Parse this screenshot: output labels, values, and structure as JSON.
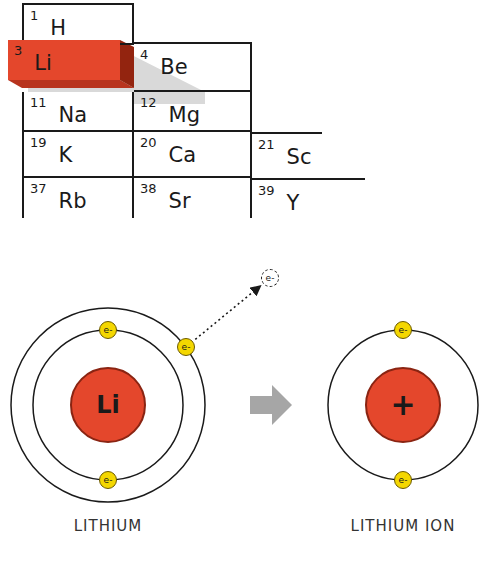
{
  "diagram": {
    "nodes": [
      {
        "text": [
          "1",
          "H"
        ]
      },
      {
        "text": [
          "3",
          "Li"
        ]
      },
      {
        "text": [
          "4",
          "Be"
        ]
      },
      {
        "text": [
          "11",
          "Na"
        ]
      },
      {
        "text": [
          "12",
          "Mg"
        ]
      },
      {
        "text": [
          "19",
          "K"
        ]
      },
      {
        "text": [
          "20",
          "Ca"
        ]
      },
      {
        "text": [
          "21",
          "Sc"
        ]
      },
      {
        "text": [
          "37",
          "Rb"
        ]
      },
      {
        "text": [
          "38",
          "Sr"
        ]
      },
      {
        "text": [
          "39",
          "Y"
        ]
      },
      {
        "text": [
          "e-"
        ]
      },
      {
        "text": [
          "e-"
        ]
      },
      {
        "text": [
          "Li"
        ]
      },
      {
        "text": [
          "e-"
        ]
      },
      {
        "text": [
          "e-"
        ]
      },
      {
        "text": [
          "e-"
        ]
      },
      {
        "text": [
          "+"
        ]
      },
      {
        "text": [
          "e-"
        ]
      }
    ],
    "edges": [
      {
        "from": 14,
        "to": 11,
        "arrow": "to"
      }
    ],
    "labels": [
      "LITHIUM",
      "LITHIUM ION"
    ]
  }
}
